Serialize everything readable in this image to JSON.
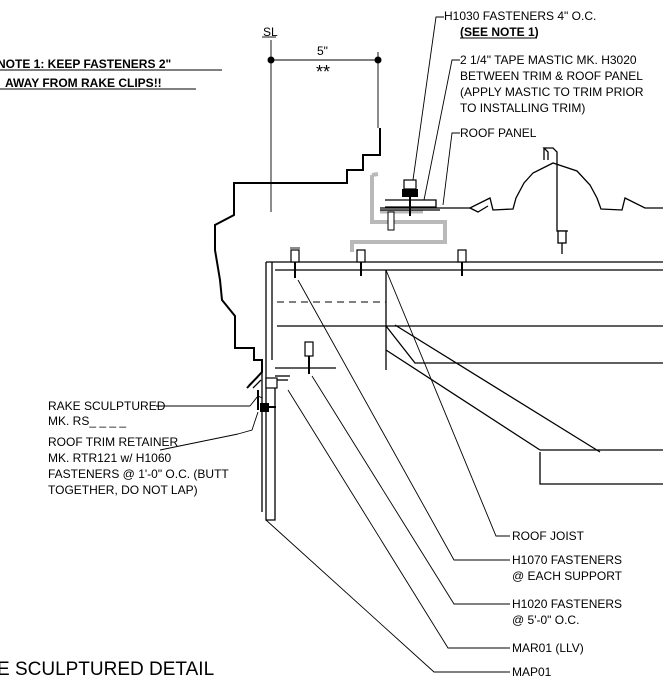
{
  "centerline": "SL",
  "dimension": {
    "value": "5\"",
    "marker": "**"
  },
  "note1": {
    "line1": "NOTE 1: KEEP FASTENERS 2\"",
    "line2": "AWAY FROM RAKE CLIPS!!"
  },
  "callouts_top": {
    "h1030_line1": "H1030 FASTENERS 4\" O.C.",
    "h1030_line2": "(SEE NOTE 1)",
    "mastic_line1": "2 1/4\" TAPE MASTIC MK. H3020",
    "mastic_line2": "BETWEEN TRIM & ROOF PANEL",
    "mastic_line3": "(APPLY MASTIC TO TRIM PRIOR",
    "mastic_line4": "TO INSTALLING TRIM)",
    "roof_panel": "ROOF PANEL"
  },
  "callouts_left": {
    "rake_line1": "RAKE SCULPTURED",
    "rake_line2": "MK. RS_ _ _ _",
    "retainer_line1": "ROOF TRIM RETAINER",
    "retainer_line2": "MK. RTR121 w/ H1060",
    "retainer_line3": "FASTENERS @ 1'-0\" O.C. (BUTT",
    "retainer_line4": "TOGETHER, DO NOT LAP)"
  },
  "callouts_bottom": {
    "roof_joist": "ROOF JOIST",
    "h1070_line1": "H1070 FASTENERS",
    "h1070_line2": "@ EACH SUPPORT",
    "h1020_line1": "H1020 FASTENERS",
    "h1020_line2": "@ 5'-0\" O.C.",
    "mar01": "MAR01 (LLV)",
    "map01": "MAP01"
  },
  "title": "E SCULPTURED DETAIL"
}
